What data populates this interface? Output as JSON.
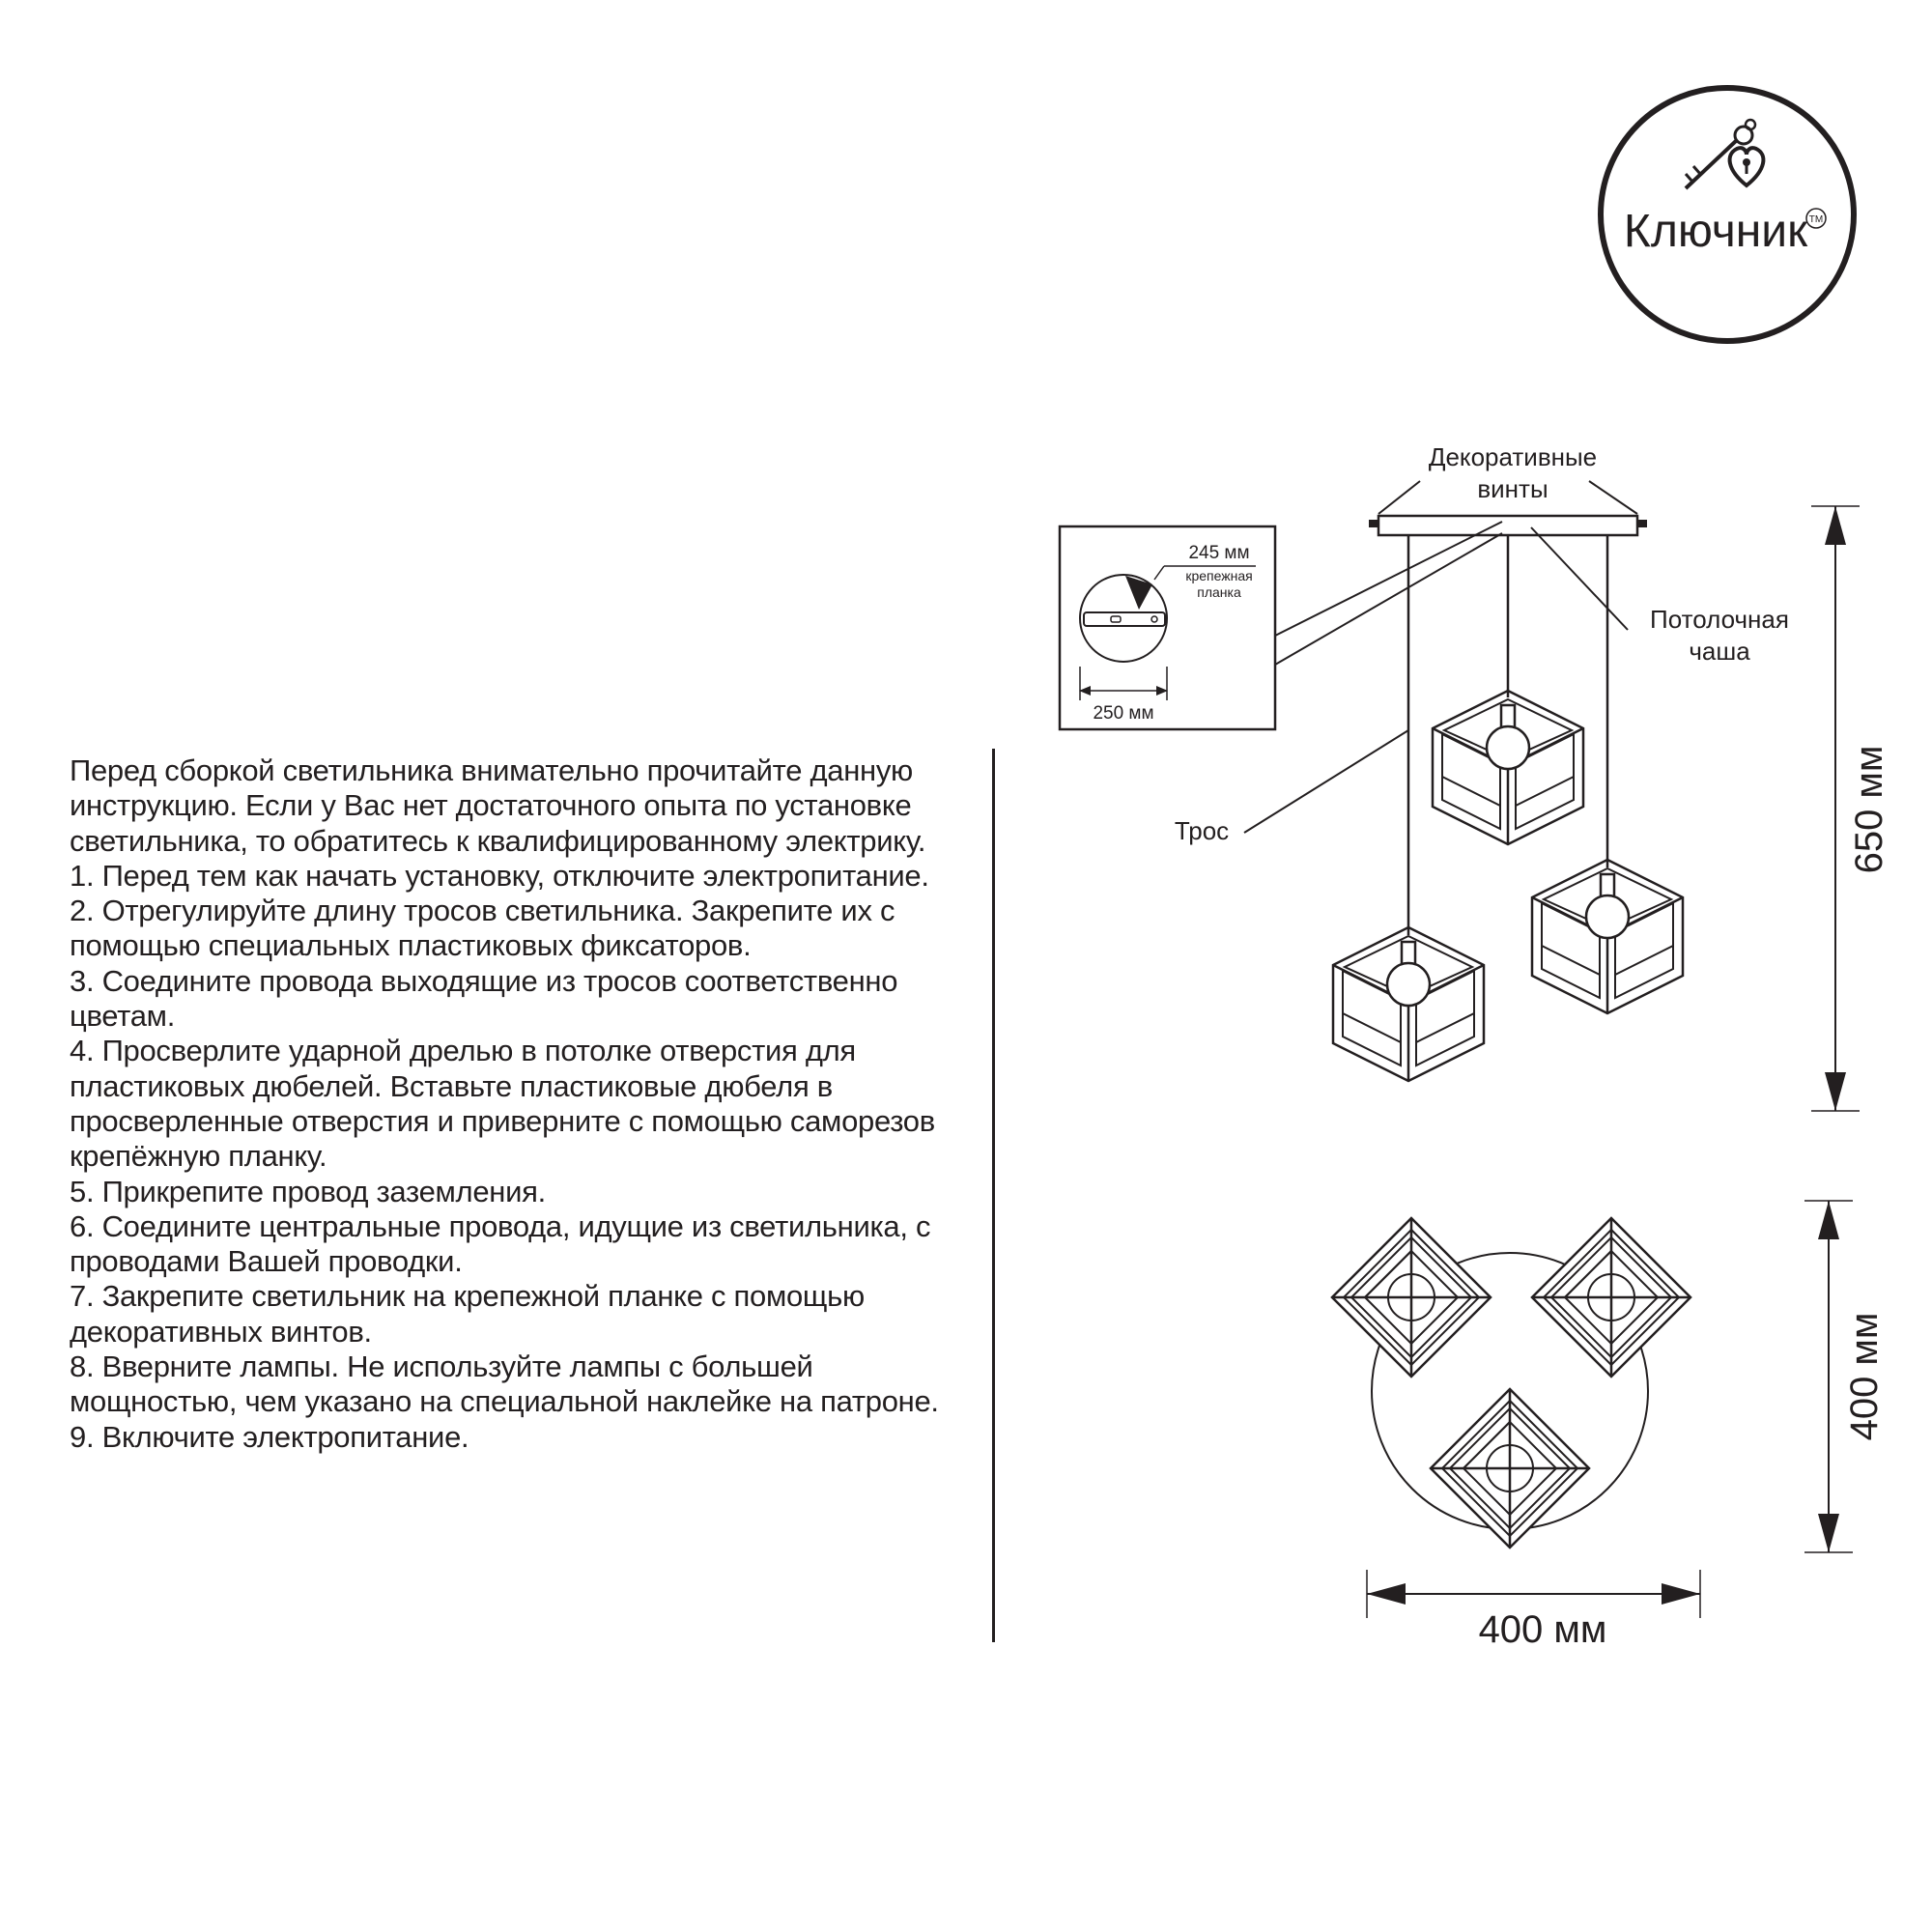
{
  "logo": {
    "brand": "Ключник",
    "trademark": "TM"
  },
  "instructions": {
    "intro": "Перед сборкой светильника внимательно прочитайте данную инструкцию. Если у Вас нет достаточного опыта по установке светильника, то обратитесь к квалифицированному электрику.",
    "steps": [
      "1. Перед тем как начать установку, отключите электропитание.",
      "2. Отрегулируйте длину тросов светильника.  Закрепите их с помощью специальных пластиковых фиксаторов.",
      "3. Соедините провода выходящие из тросов соответственно цветам.",
      "4. Просверлите ударной дрелью в потолке отверстия для пластиковых дюбелей. Вставьте пластиковые дюбеля в просверленные отверстия и приверните с помощью саморезов крепёжную планку.",
      "5. Прикрепите провод заземления.",
      "6. Соедините центральные провода, идущие из светильника, с проводами Вашей проводки.",
      "7. Закрепите светильник на крепежной планке с помощью декоративных винтов.",
      "8. Вверните лампы. Не используйте лампы с большей мощностью, чем указано на специальной наклейке на патроне.",
      "9. Включите электропитание."
    ]
  },
  "side_view": {
    "screws_label_line1": "Декоративные",
    "screws_label_line2": "винты",
    "canopy_label_line1": "Потолочная",
    "canopy_label_line2": "чаша",
    "cable_label": "Трос",
    "height_dim": "650 мм"
  },
  "detail": {
    "length_label": "245 мм",
    "plate_label_line1": "крепежная",
    "plate_label_line2": "планка",
    "width_label": "250 мм"
  },
  "top_view": {
    "height_dim": "400 мм",
    "width_dim": "400 мм"
  }
}
